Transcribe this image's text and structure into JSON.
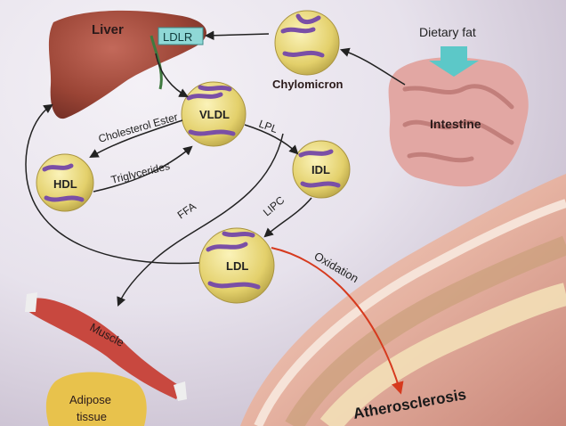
{
  "labels": {
    "liver": "Liver",
    "ldlr": "LDLR",
    "dietary_fat": "Dietary fat",
    "chylomicron": "Chylomicron",
    "intestine": "Intestine",
    "vldl": "VLDL",
    "hdl": "HDL",
    "idl": "IDL",
    "ldl": "LDL",
    "cholesterol_ester": "Cholesterol Ester",
    "triglycerides": "Triglycerides",
    "lpl": "LPL",
    "ffa": "FFA",
    "lipc": "LIPC",
    "oxidation": "Oxidation",
    "muscle": "Muscle",
    "adipose_line1": "Adipose",
    "adipose_line2": "tissue",
    "atherosclerosis": "Atherosclerosis"
  },
  "colors": {
    "particle_fill": "#e9db7a",
    "particle_band": "#7a4fa6",
    "liver": "#9a4435",
    "intestine": "#e2a7a3",
    "ldlr_box": "#8fd8d6",
    "arrow_in": "#5cc8c8",
    "oxidation_arrow": "#d63a1e",
    "artery": "#e7b9a9"
  }
}
